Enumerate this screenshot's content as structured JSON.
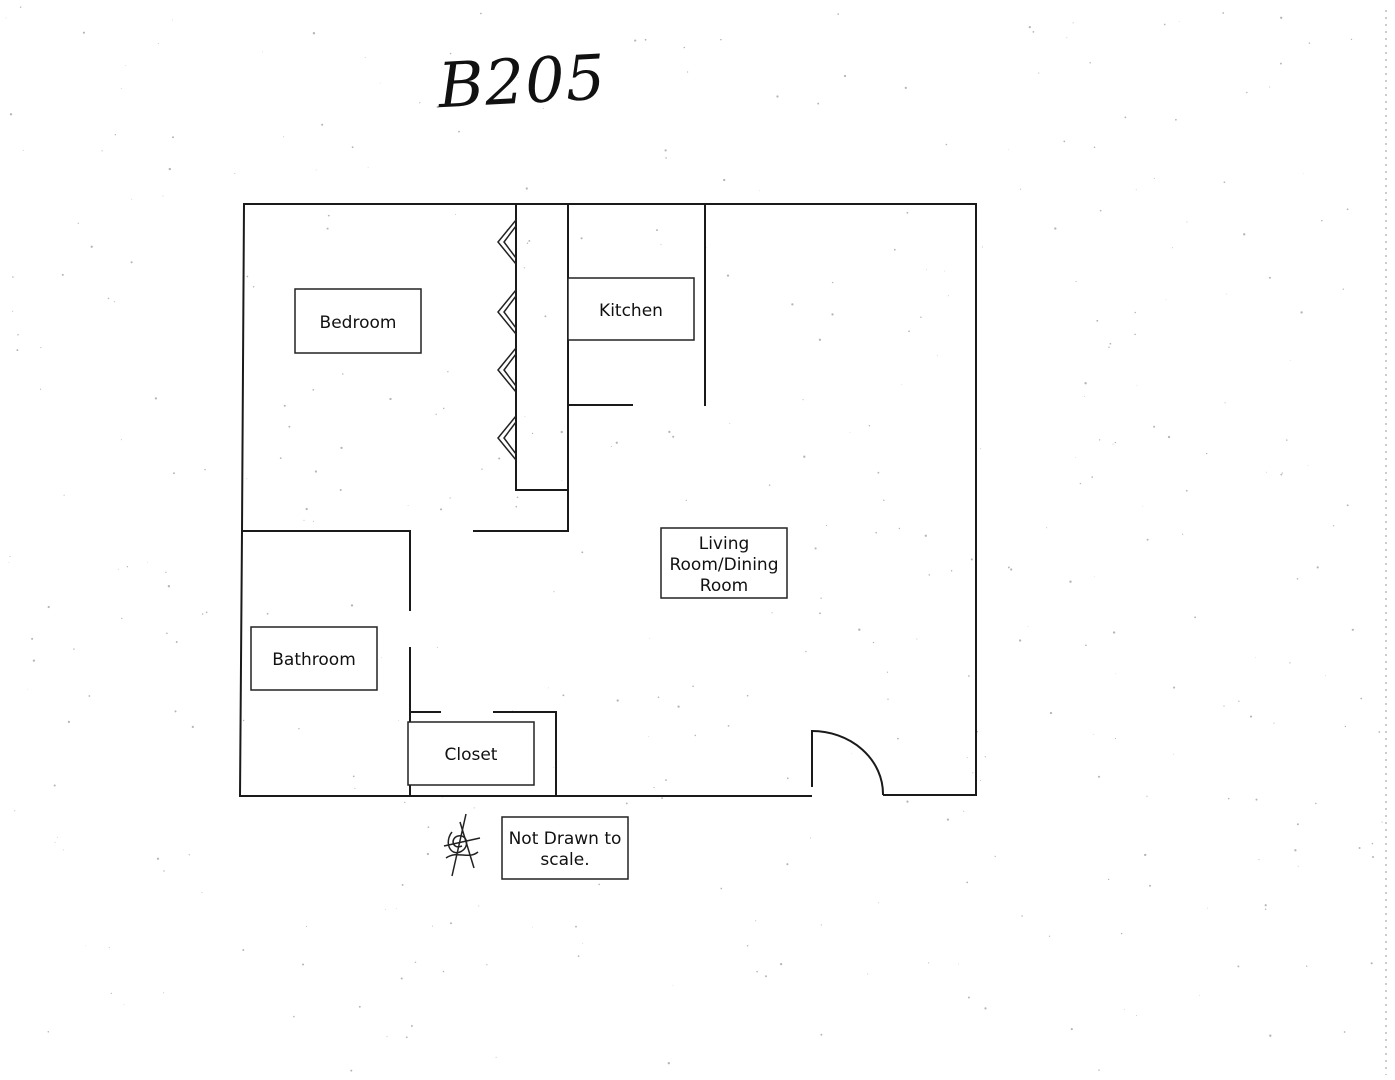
{
  "title": "B205",
  "rooms": {
    "bedroom": "Bedroom",
    "kitchen": "Kitchen",
    "living": [
      "Living",
      "Room/Dining",
      "Room"
    ],
    "bathroom": "Bathroom",
    "closet": "Closet"
  },
  "note": [
    "Not Drawn to",
    "scale."
  ],
  "colors": {
    "ink": "#1a1a1a",
    "paper": "#ffffff"
  }
}
